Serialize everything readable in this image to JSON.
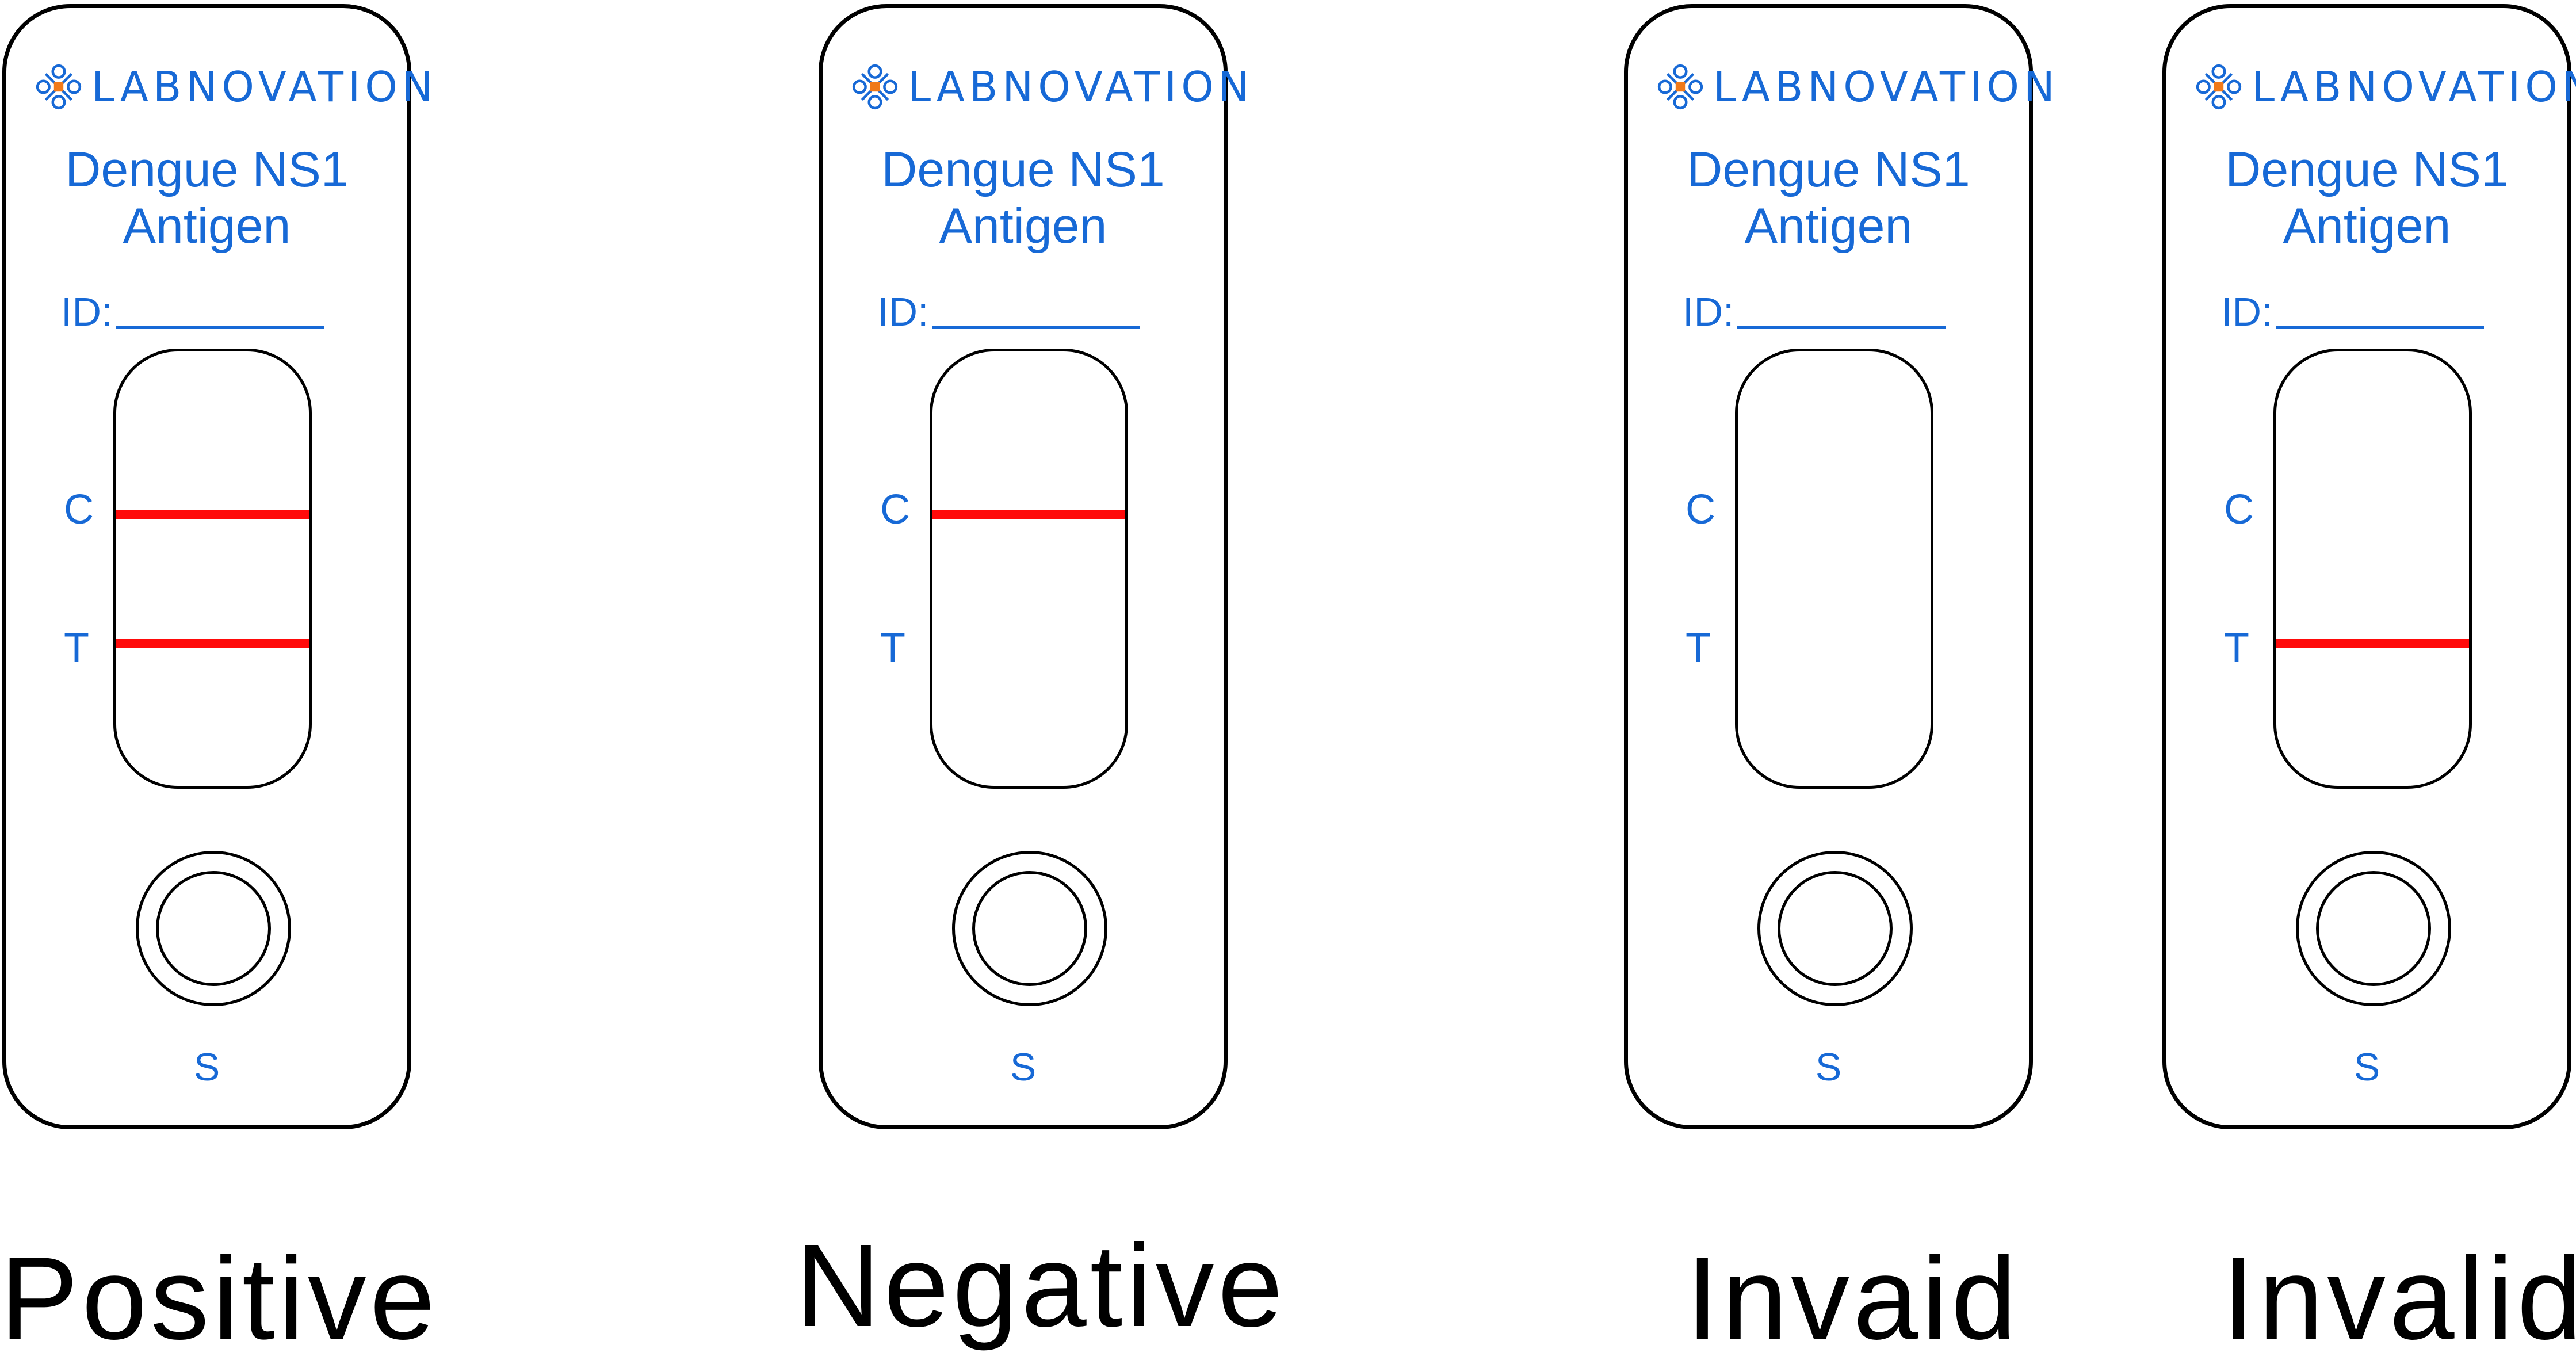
{
  "brand": "LABNOVATION",
  "colors": {
    "text": "#1769d6",
    "band": "#ff0a0a",
    "outline": "#000000",
    "logo_center": "#f07a1a"
  },
  "cassettes": [
    {
      "title_line1": "Dengue NS1",
      "title_line2": "Antigen",
      "id_label": "ID:",
      "control_label": "C",
      "test_label": "T",
      "sample_label": "S",
      "control_line": true,
      "test_line": true,
      "result": "Positive"
    },
    {
      "title_line1": "Dengue NS1",
      "title_line2": "Antigen",
      "id_label": "ID:",
      "control_label": "C",
      "test_label": "T",
      "sample_label": "S",
      "control_line": true,
      "test_line": false,
      "result": "Negative"
    },
    {
      "title_line1": "Dengue NS1",
      "title_line2": "Antigen",
      "id_label": "ID:",
      "control_label": "C",
      "test_label": "T",
      "sample_label": "S",
      "control_line": false,
      "test_line": false,
      "result": "Invaid"
    },
    {
      "title_line1": "Dengue NS1",
      "title_line2": "Antigen",
      "id_label": "ID:",
      "control_label": "C",
      "test_label": "T",
      "sample_label": "S",
      "control_line": false,
      "test_line": true,
      "result": "Invalid"
    }
  ]
}
